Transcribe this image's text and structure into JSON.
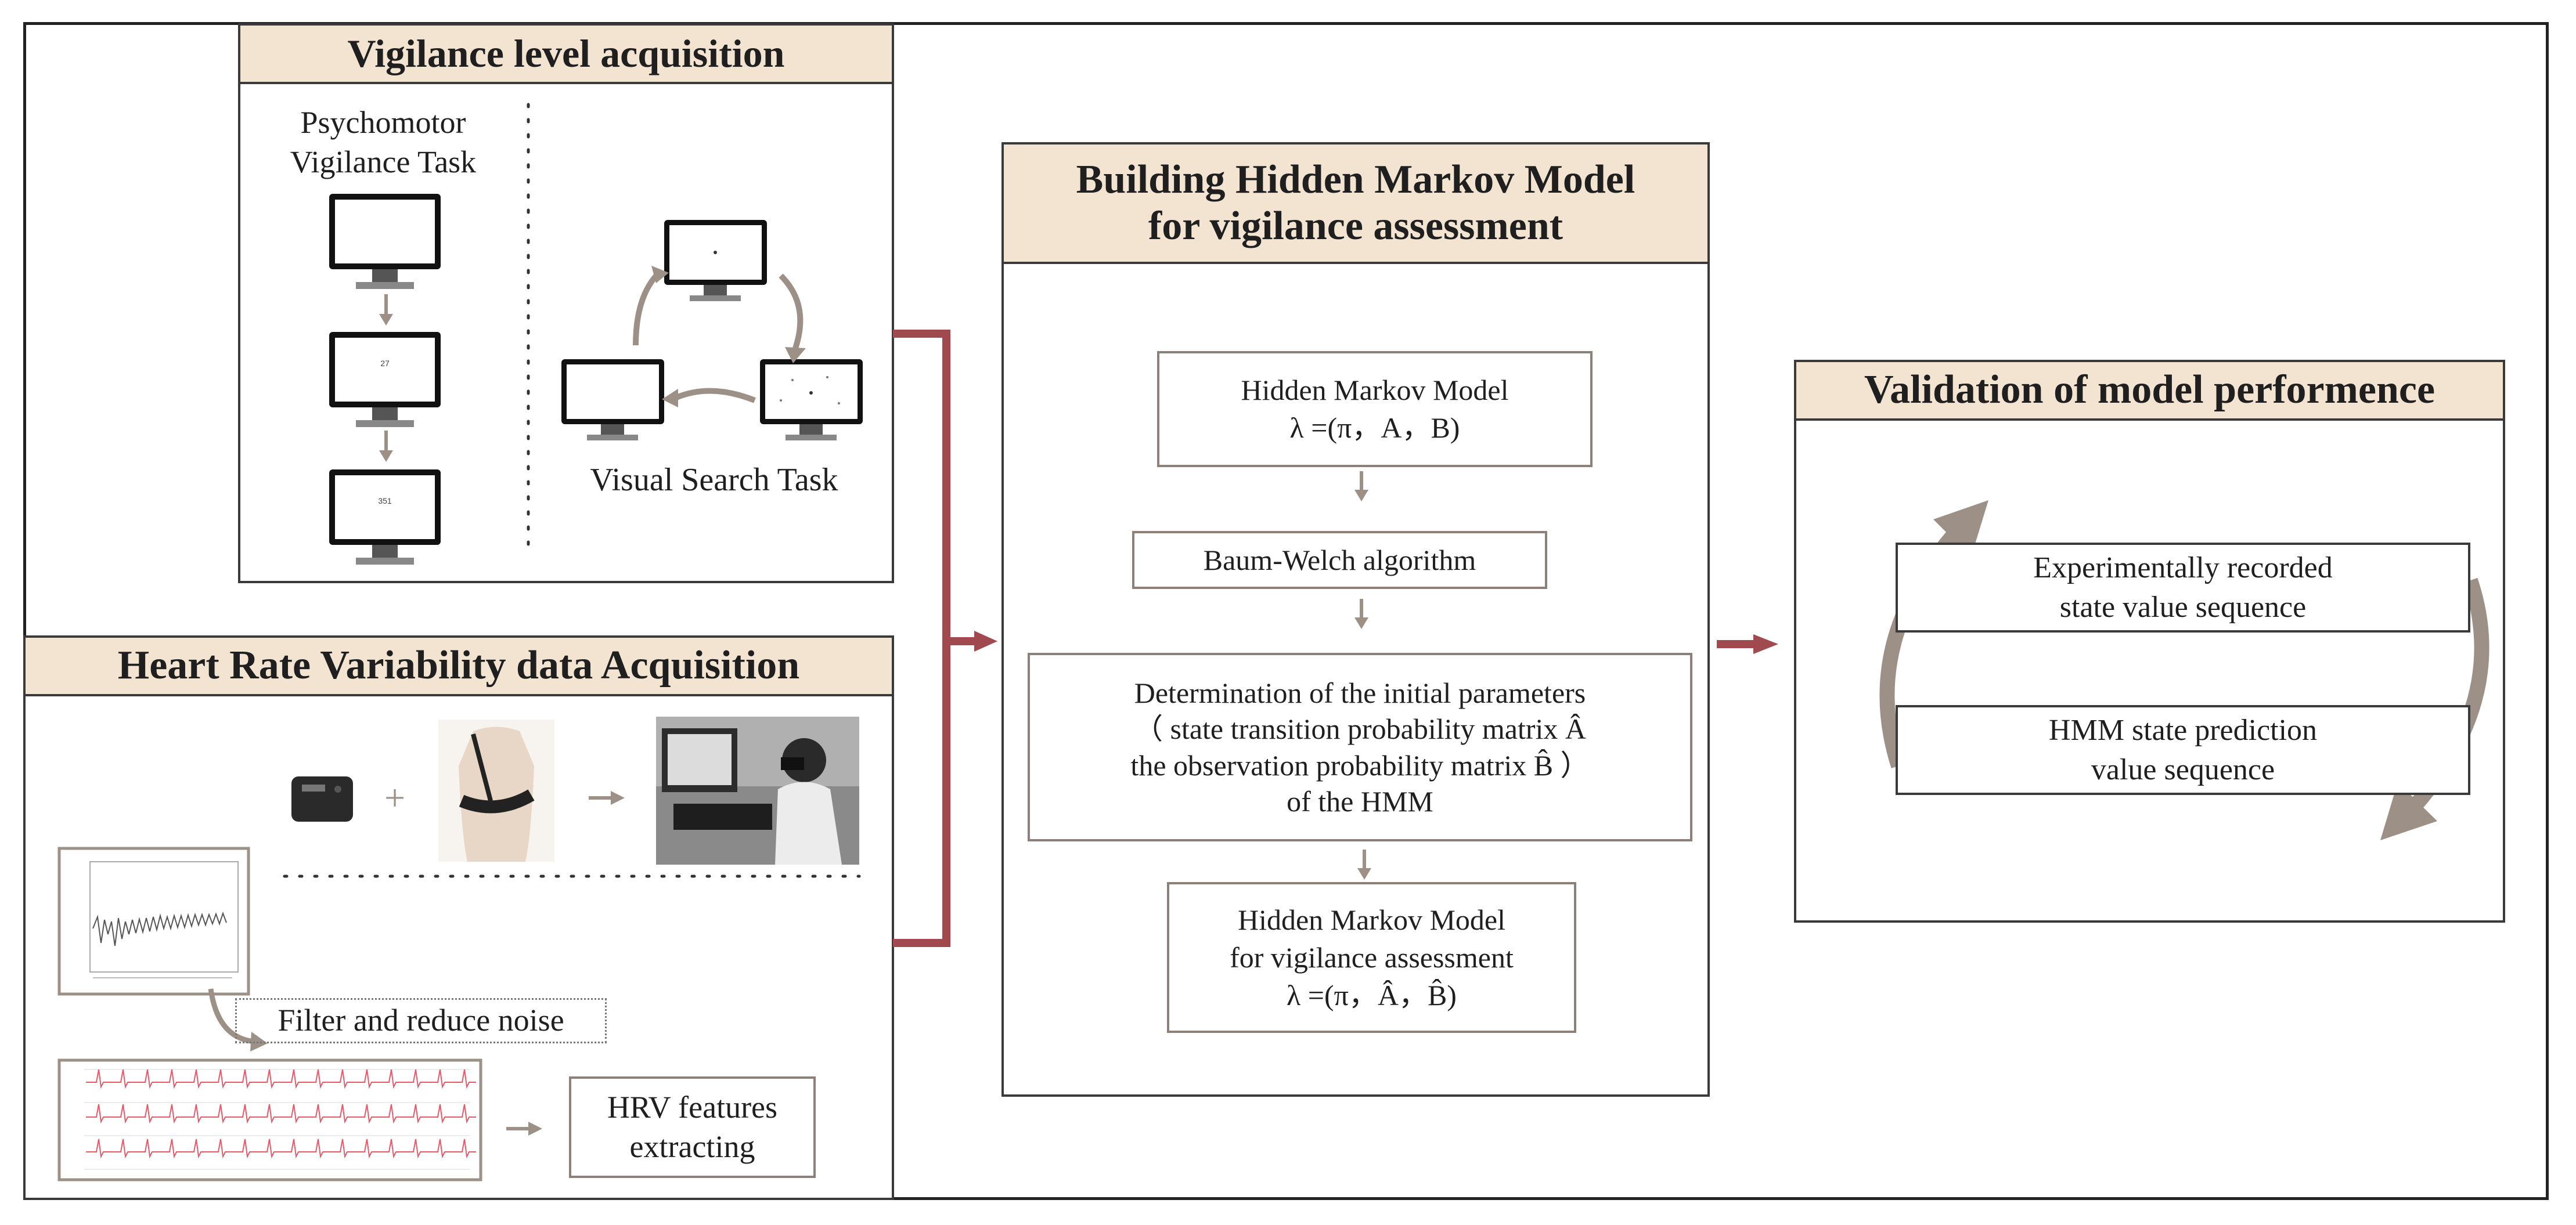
{
  "vigilance": {
    "title": "Vigilance level acquisition",
    "pvt_label_line1": "Psychomotor",
    "pvt_label_line2": "Vigilance Task",
    "screen2_text": "27",
    "screen3_text": "351",
    "vst_label": "Visual Search Task"
  },
  "hrv": {
    "title": "Heart Rate Variability data Acquisition",
    "plus": "+",
    "filter_label": "Filter and reduce noise",
    "features_line1": "HRV features",
    "features_line2": "extracting"
  },
  "hmm": {
    "title_line1": "Building Hidden Markov Model",
    "title_line2": "for vigilance assessment",
    "box1_line1": "Hidden Markov Model",
    "box1_line2": "λ =(π，A，B)",
    "box2": "Baum-Welch algorithm",
    "box3_line1": "Determination of the initial parameters",
    "box3_line2": "（ state transition probability matrix Â",
    "box3_line3": "the observation probability matrix B̂ ）",
    "box3_line4": "of the HMM",
    "box4_line1": "Hidden Markov Model",
    "box4_line2": "for vigilance assessment",
    "box4_line3": "λ =(π，Â，B̂)"
  },
  "validation": {
    "title": "Validation of model performence",
    "box1_line1": "Experimentally recorded",
    "box1_line2": "state value sequence",
    "box2_line1": "HMM state prediction",
    "box2_line2": "value sequence"
  },
  "colors": {
    "header_fill": "#f3e4d2",
    "connector": "#a0494e",
    "arrow_gray": "#9d9087"
  }
}
